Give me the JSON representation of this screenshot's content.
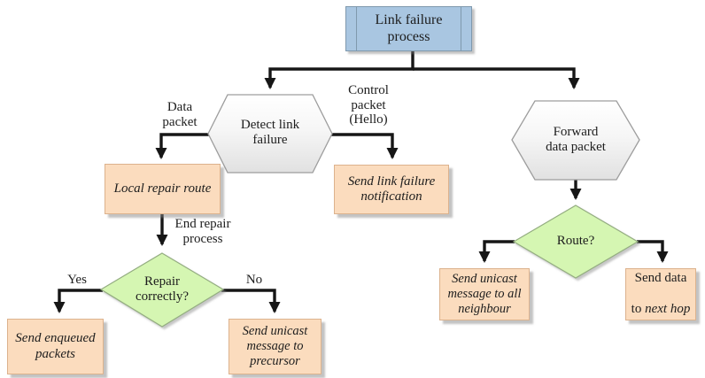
{
  "colors": {
    "line": "#161616",
    "text": "#1d1d1d",
    "process-fill": "#a9c6e1",
    "process-border": "#7f99ad",
    "hex-border": "#9d9d9d",
    "decision-fill": "#d5f6b2",
    "decision-border": "#94ad81",
    "action-fill": "#fbdcbe",
    "action-border": "#dcb28d"
  },
  "nodes": {
    "start": {
      "label": "Link failure\nprocess",
      "type": "predefined-process"
    },
    "detect": {
      "label": "Detect link\nfailure",
      "type": "hexagon"
    },
    "forward": {
      "label": "Forward\ndata packet",
      "type": "hexagon"
    },
    "local_repair": {
      "label": "Local repair route",
      "type": "action"
    },
    "send_notification": {
      "label": "Send link failure\nnotification",
      "type": "action"
    },
    "repair_decision": {
      "label": "Repair\ncorrectly?",
      "type": "decision"
    },
    "route_decision": {
      "label": "Route?",
      "type": "decision"
    },
    "send_enqueued": {
      "label": "Send enqueued\npackets",
      "type": "action"
    },
    "send_precursor": {
      "label": "Send unicast\nmessage to\nprecursor",
      "type": "action"
    },
    "send_all_neighbour": {
      "label": "Send unicast\nmessage to all\nneighbour",
      "type": "action"
    },
    "send_next_hop": {
      "line1": "Send data",
      "line2_prefix": "to ",
      "line2_italic": "next hop",
      "type": "action"
    }
  },
  "edge_labels": {
    "data_packet": "Data\npacket",
    "control_packet": "Control\npacket\n(Hello)",
    "end_repair": "End repair\nprocess",
    "yes": "Yes",
    "no": "No"
  }
}
